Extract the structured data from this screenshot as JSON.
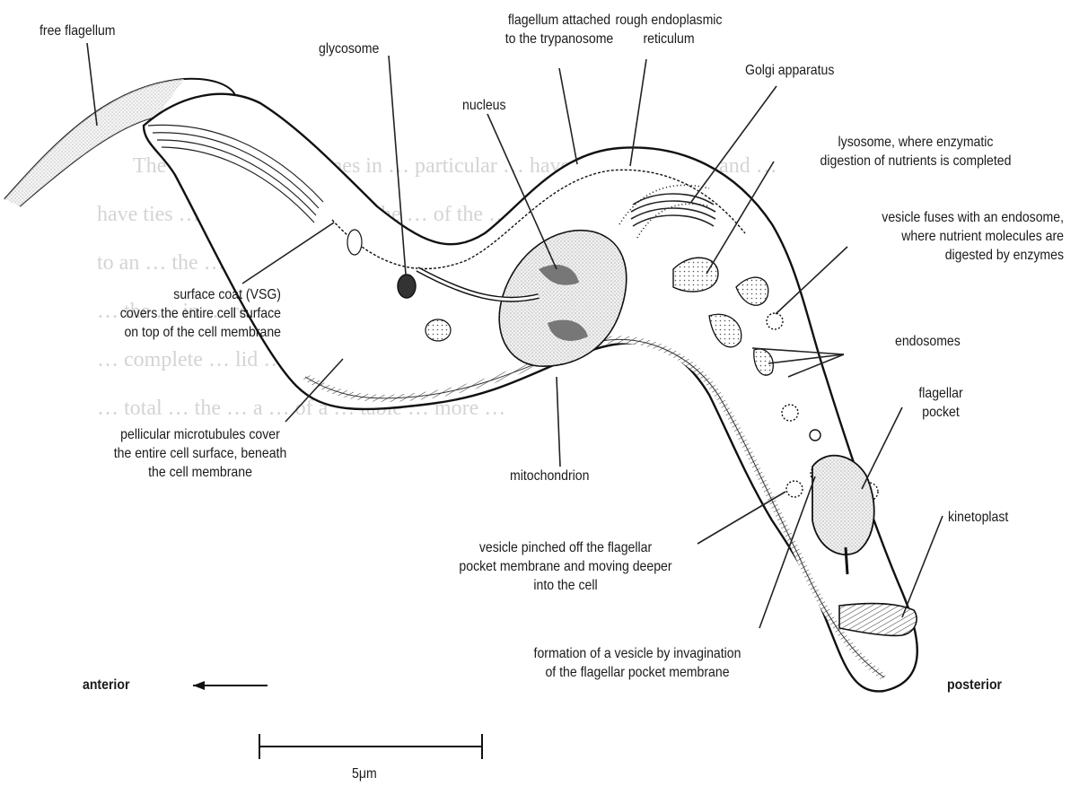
{
  "labels": {
    "free_flagellum": "free flagellum",
    "glycosome": "glycosome",
    "flagellum_attached": [
      "flagellum attached",
      "to the trypanosome"
    ],
    "rough_er": [
      "rough endoplasmic",
      "reticulum"
    ],
    "golgi": "Golgi apparatus",
    "nucleus": "nucleus",
    "lysosome": [
      "lysosome, where enzymatic",
      "digestion of nutrients is completed"
    ],
    "vesicle_fuses": [
      "vesicle fuses with an endosome,",
      "where nutrient molecules are",
      "digested by enzymes"
    ],
    "surface_coat": [
      "surface coat (VSG)",
      "covers the entire cell surface",
      "on top of the cell membrane"
    ],
    "endosomes": "endosomes",
    "flagellar_pocket": [
      "flagellar",
      "pocket"
    ],
    "pellicular": [
      "pellicular microtubules cover",
      "the entire cell surface, beneath",
      "the cell membrane"
    ],
    "mitochondrion": "mitochondrion",
    "kinetoplast": "kinetoplast",
    "vesicle_pinched": [
      "vesicle pinched off the flagellar",
      "pocket membrane and moving deeper",
      "into the cell"
    ],
    "formation_vesicle": [
      "formation of a vesicle by invagination",
      "of the flagellar pocket membrane"
    ],
    "anterior": "anterior",
    "posterior": "posterior",
    "scale": "5μm"
  },
  "background_text": [
    "The distinct trypanosomes in … particular … have … which are … and …",
    "have ties … differ … which are the … of the …",
    "to an … the … reference …",
    "… the … in … reference … 5 … the … the … the … regard",
    "… complete … lid … Research … & … 1 … This …",
    "… total … the … a … of a … table … more …"
  ]
}
